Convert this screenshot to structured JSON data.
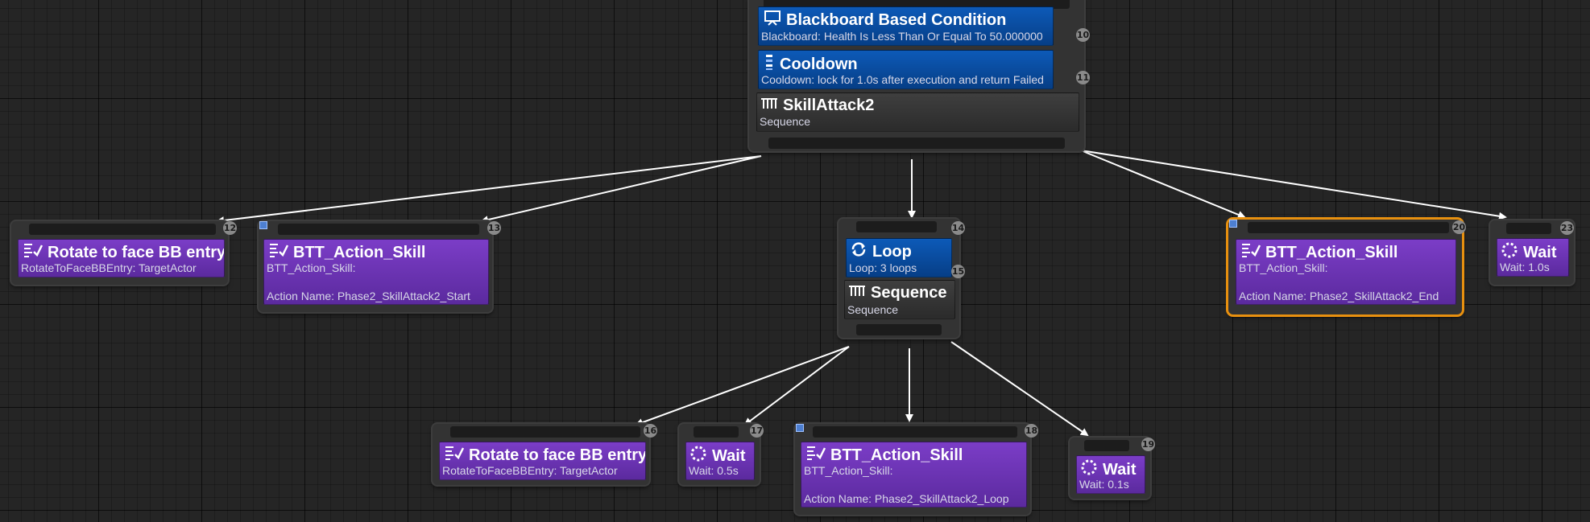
{
  "nodes": {
    "top": {
      "bb_title": "Blackboard Based Condition",
      "bb_desc": "Blackboard: Health Is Less Than Or Equal To 50.000000",
      "bb_idx": "10",
      "cd_title": "Cooldown",
      "cd_desc": "Cooldown: lock for 1.0s after execution and return Failed",
      "cd_idx": "11",
      "seq_title": "SkillAttack2",
      "seq_desc": "Sequence"
    },
    "rotate_a": {
      "title": "Rotate to face BB entry",
      "desc": "RotateToFaceBBEntry: TargetActor",
      "idx": "12"
    },
    "skill_start": {
      "title": "BTT_Action_Skill",
      "desc1": "BTT_Action_Skill:",
      "desc2": "Action Name: Phase2_SkillAttack2_Start",
      "idx": "13"
    },
    "loop": {
      "idx": "14",
      "loop_title": "Loop",
      "loop_desc": "Loop: 3 loops",
      "loop_idx": "15",
      "seq_title": "Sequence",
      "seq_desc": "Sequence"
    },
    "skill_end": {
      "title": "BTT_Action_Skill",
      "desc1": "BTT_Action_Skill:",
      "desc2": "Action Name: Phase2_SkillAttack2_End",
      "idx": "20"
    },
    "wait_a": {
      "title": "Wait",
      "desc": "Wait: 1.0s",
      "idx": "23"
    },
    "rotate_b": {
      "title": "Rotate to face BB entry",
      "desc": "RotateToFaceBBEntry: TargetActor",
      "idx": "16"
    },
    "wait_b": {
      "title": "Wait",
      "desc": "Wait: 0.5s",
      "idx": "17"
    },
    "skill_loop": {
      "title": "BTT_Action_Skill",
      "desc1": "BTT_Action_Skill:",
      "desc2": "Action Name: Phase2_SkillAttack2_Loop",
      "idx": "18"
    },
    "wait_c": {
      "title": "Wait",
      "desc": "Wait: 0.1s",
      "idx": "19"
    }
  },
  "colors": {
    "task": "#6a33b4",
    "decorator": "#0a4fa4",
    "composite": "#363636",
    "selected_outline": "#e8900f",
    "wire": "#ffffff"
  }
}
